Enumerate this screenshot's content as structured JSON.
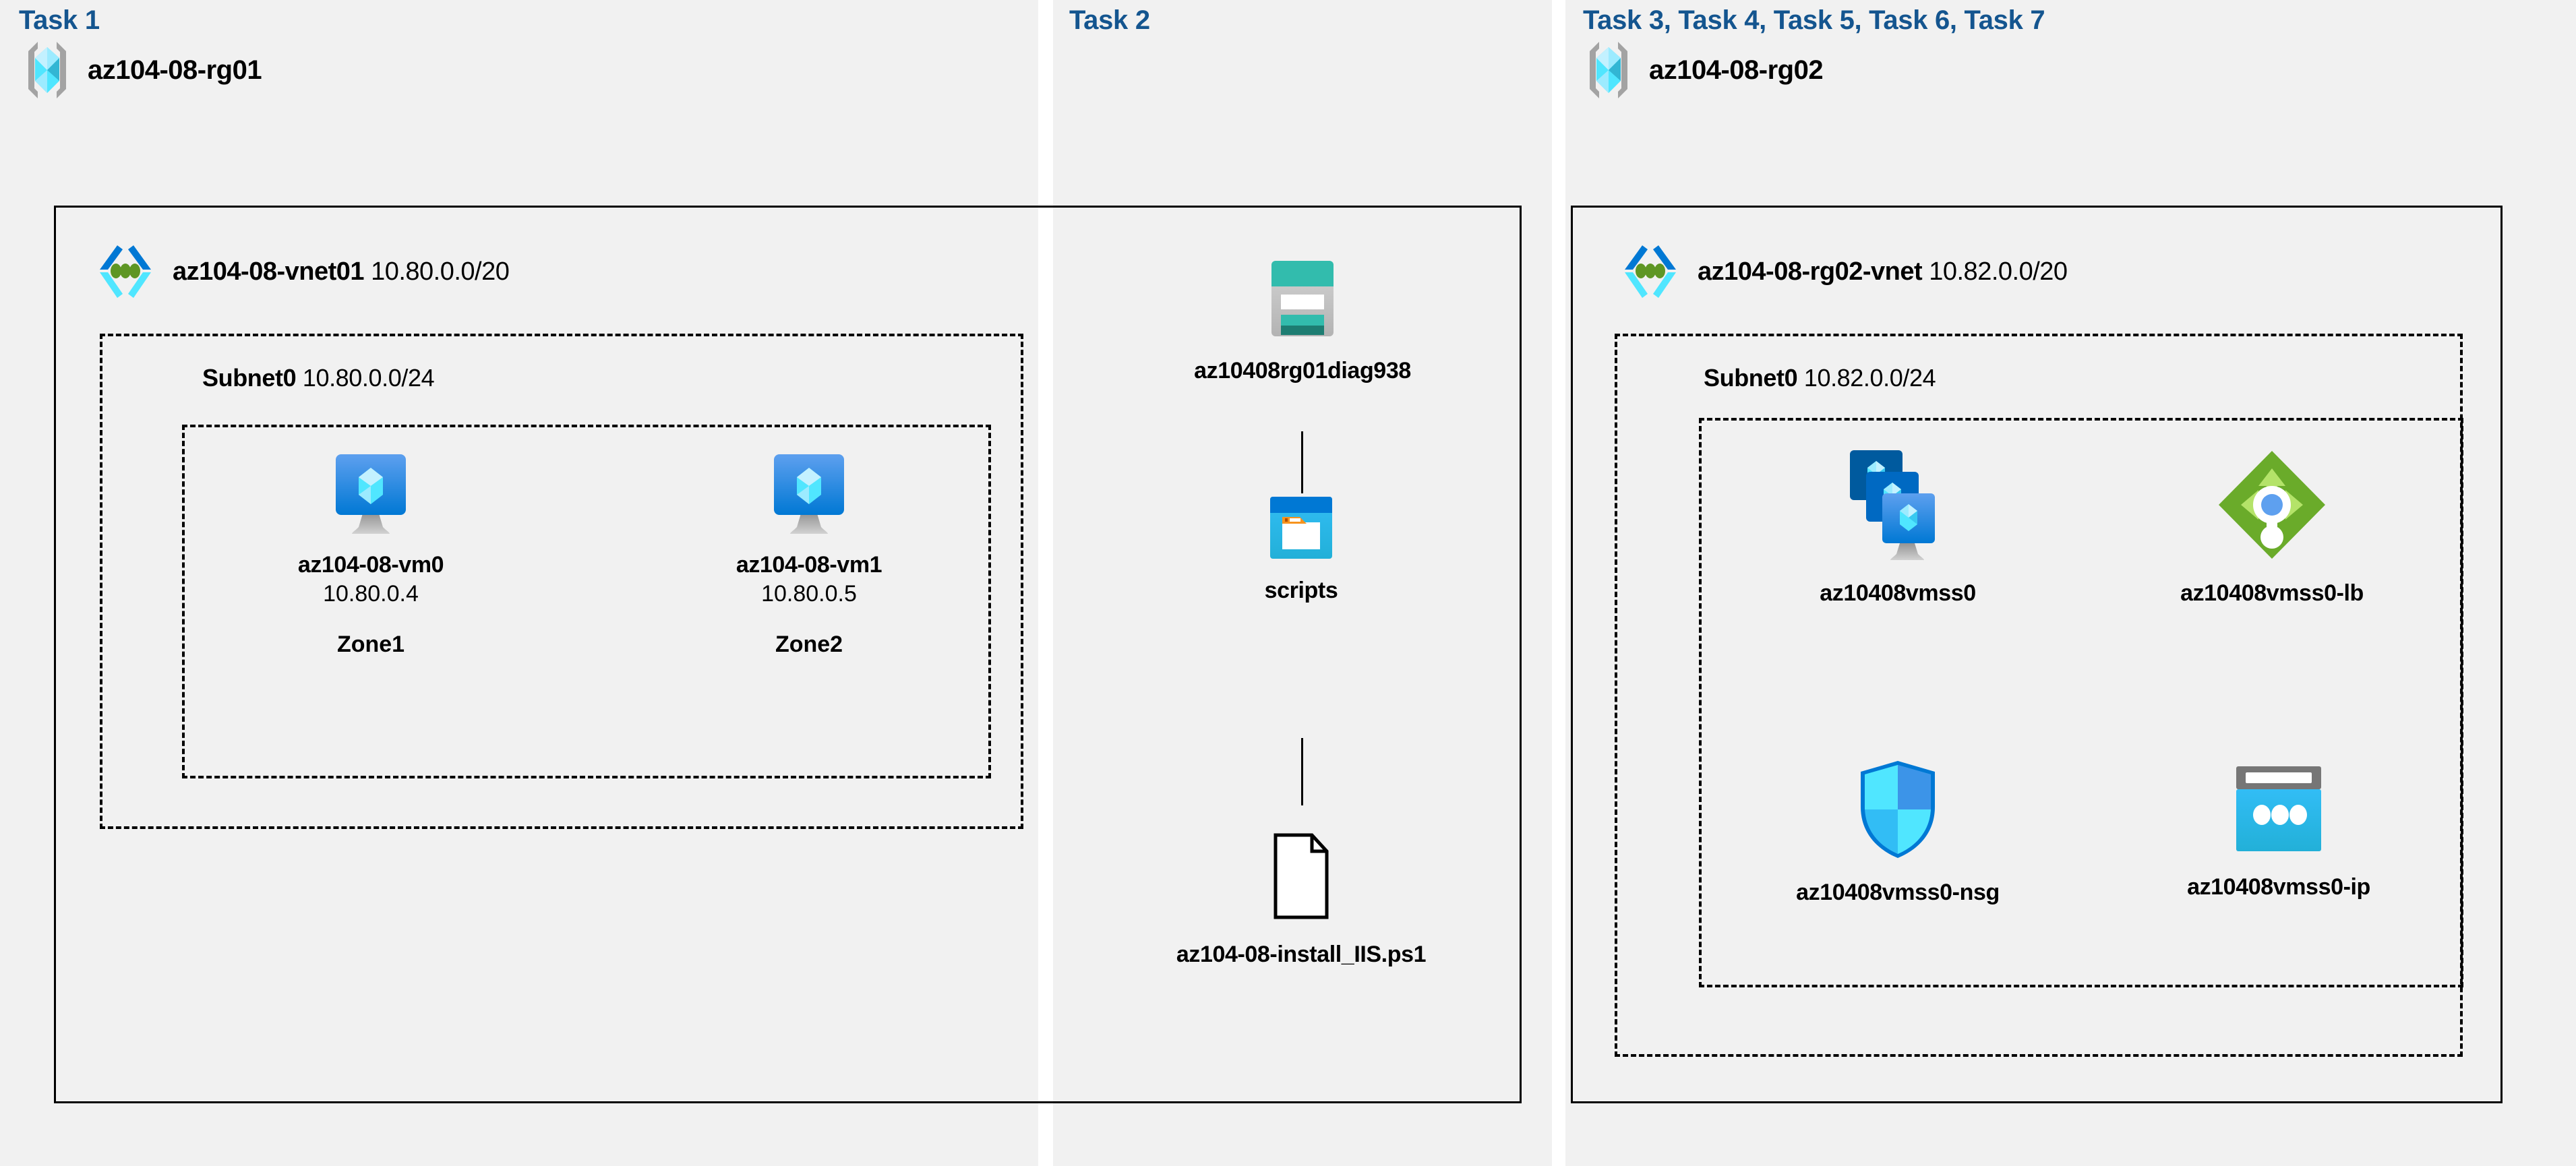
{
  "panels": [
    {
      "title": "Task 1"
    },
    {
      "title": "Task 2"
    },
    {
      "title": "Task 3, Task 4, Task 5, Task 6, Task 7"
    }
  ],
  "task1": {
    "resource_group": {
      "name": "az104-08-rg01",
      "icon": "resource-group-icon"
    },
    "vnet": {
      "name": "az104-08-vnet01",
      "cidr": "10.80.0.0/20",
      "icon": "virtual-network-icon"
    },
    "subnet": {
      "name": "Subnet0",
      "cidr": "10.80.0.0/24"
    },
    "vms": [
      {
        "name": "az104-08-vm0",
        "ip": "10.80.0.4",
        "zone": "Zone1",
        "icon": "virtual-machine-icon"
      },
      {
        "name": "az104-08-vm1",
        "ip": "10.80.0.5",
        "zone": "Zone2",
        "icon": "virtual-machine-icon"
      }
    ]
  },
  "task2": {
    "storage_account": {
      "name": "az10408rg01diag938",
      "icon": "storage-account-icon"
    },
    "container": {
      "name": "scripts",
      "icon": "blob-container-icon"
    },
    "file": {
      "name": "az104-08-install_IIS.ps1",
      "icon": "file-icon"
    }
  },
  "task3": {
    "resource_group": {
      "name": "az104-08-rg02",
      "icon": "resource-group-icon"
    },
    "vnet": {
      "name": "az104-08-rg02-vnet",
      "cidr": "10.82.0.0/20",
      "icon": "virtual-network-icon"
    },
    "subnet": {
      "name": "Subnet0",
      "cidr": "10.82.0.0/24"
    },
    "resources": [
      {
        "name": "az10408vmss0",
        "icon": "vm-scale-set-icon"
      },
      {
        "name": "az10408vmss0-lb",
        "icon": "load-balancer-icon"
      },
      {
        "name": "az10408vmss0-nsg",
        "icon": "network-security-group-icon"
      },
      {
        "name": "az10408vmss0-ip",
        "icon": "public-ip-address-icon"
      }
    ]
  },
  "colors": {
    "panel_background": "#f1f1f1",
    "task_title": "#14558f",
    "border": "#000000",
    "azure_blue": "#0078d4",
    "azure_cyan": "#50e6ff",
    "storage_teal": "#32bcad",
    "lb_green": "#6aab2a",
    "nsg_blue": "#32bdf5",
    "folder_orange": "#f7931e"
  }
}
